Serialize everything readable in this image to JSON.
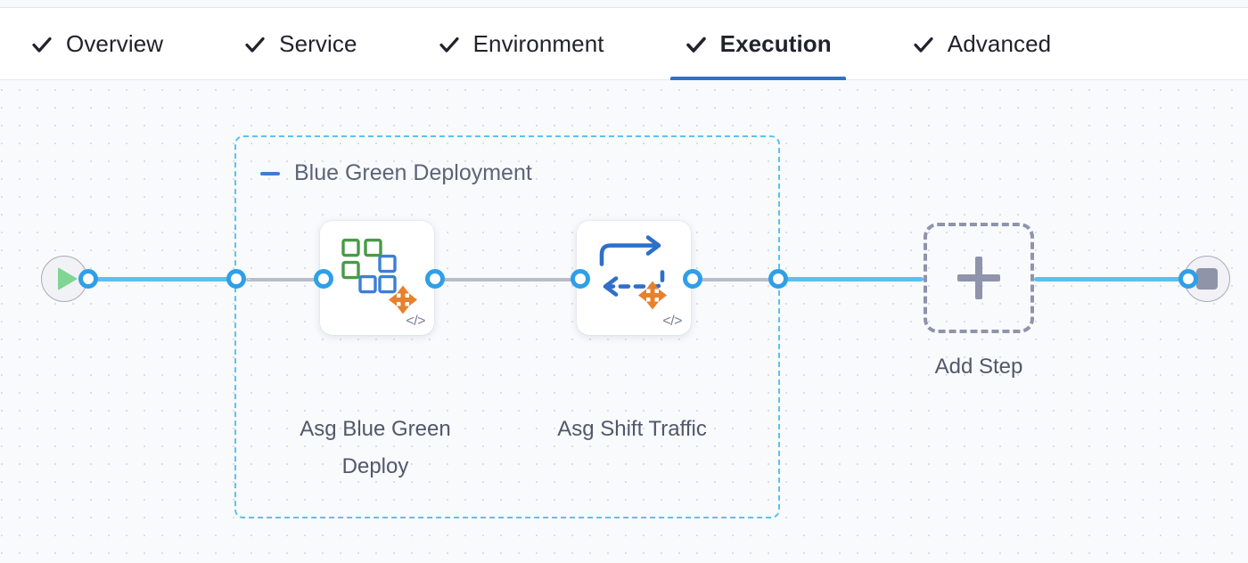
{
  "tabs": [
    {
      "label": "Overview",
      "icon": "check-icon",
      "active": false,
      "complete": true
    },
    {
      "label": "Service",
      "icon": "check-icon",
      "active": false,
      "complete": true
    },
    {
      "label": "Environment",
      "icon": "check-icon",
      "active": false,
      "complete": true
    },
    {
      "label": "Execution",
      "icon": "check-icon",
      "active": true,
      "complete": true
    },
    {
      "label": "Advanced",
      "icon": "check-icon",
      "active": false,
      "complete": true
    }
  ],
  "canvas": {
    "group": {
      "title": "Blue Green Deployment",
      "collapse_icon": "minus-icon",
      "border_color": "#5cc2f0"
    },
    "start_node": {
      "icon": "play-icon",
      "label": ""
    },
    "end_node": {
      "icon": "stop-icon",
      "label": ""
    },
    "steps": [
      {
        "label": "Asg Blue Green Deploy",
        "icon": "asg-blue-green-deploy-icon",
        "badge": "</>"
      },
      {
        "label": "Asg Shift Traffic",
        "icon": "asg-shift-traffic-icon",
        "badge": "</>"
      }
    ],
    "add_step": {
      "label": "Add Step",
      "icon": "plus-icon"
    }
  },
  "colors": {
    "accent_blue": "#2f70c9",
    "port_blue": "#2f9fe8",
    "edge_blue": "#5bc0f0",
    "group_dash": "#5cc2f0",
    "dashed_gray": "#b9bdc9",
    "text_dark": "#22222c",
    "text_muted": "#51586b",
    "icon_green": "#4a9a48",
    "icon_blue": "#3c7fd6",
    "icon_orange": "#e8812e",
    "canvas_bg": "#f8fafc"
  }
}
